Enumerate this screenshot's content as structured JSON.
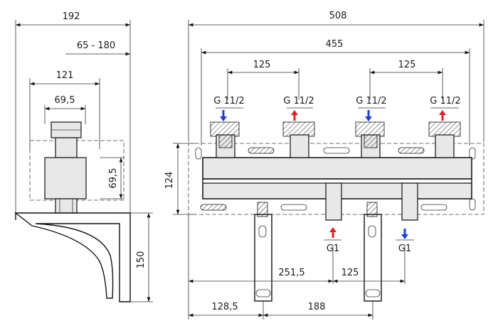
{
  "dimensions": {
    "side_total_width": "192",
    "side_range": "65 - 180",
    "side_121": "121",
    "side_69_5_top": "69,5",
    "side_69_5_right": "69,5",
    "side_150": "150",
    "front_total_width": "508",
    "front_455": "455",
    "front_125_left": "125",
    "front_125_right": "125",
    "front_124": "124",
    "front_251_5": "251,5",
    "front_125_bottom": "125",
    "front_128_5": "128,5",
    "front_188": "188"
  },
  "port_labels": {
    "top_1": "G  11/2",
    "top_2": "G  11/2",
    "top_3": "G  11/2",
    "top_4": "G  11/2",
    "bottom_1": "G1",
    "bottom_2": "G1"
  },
  "flow_colors": {
    "supply": "#e02020",
    "return": "#1a3fd0"
  }
}
